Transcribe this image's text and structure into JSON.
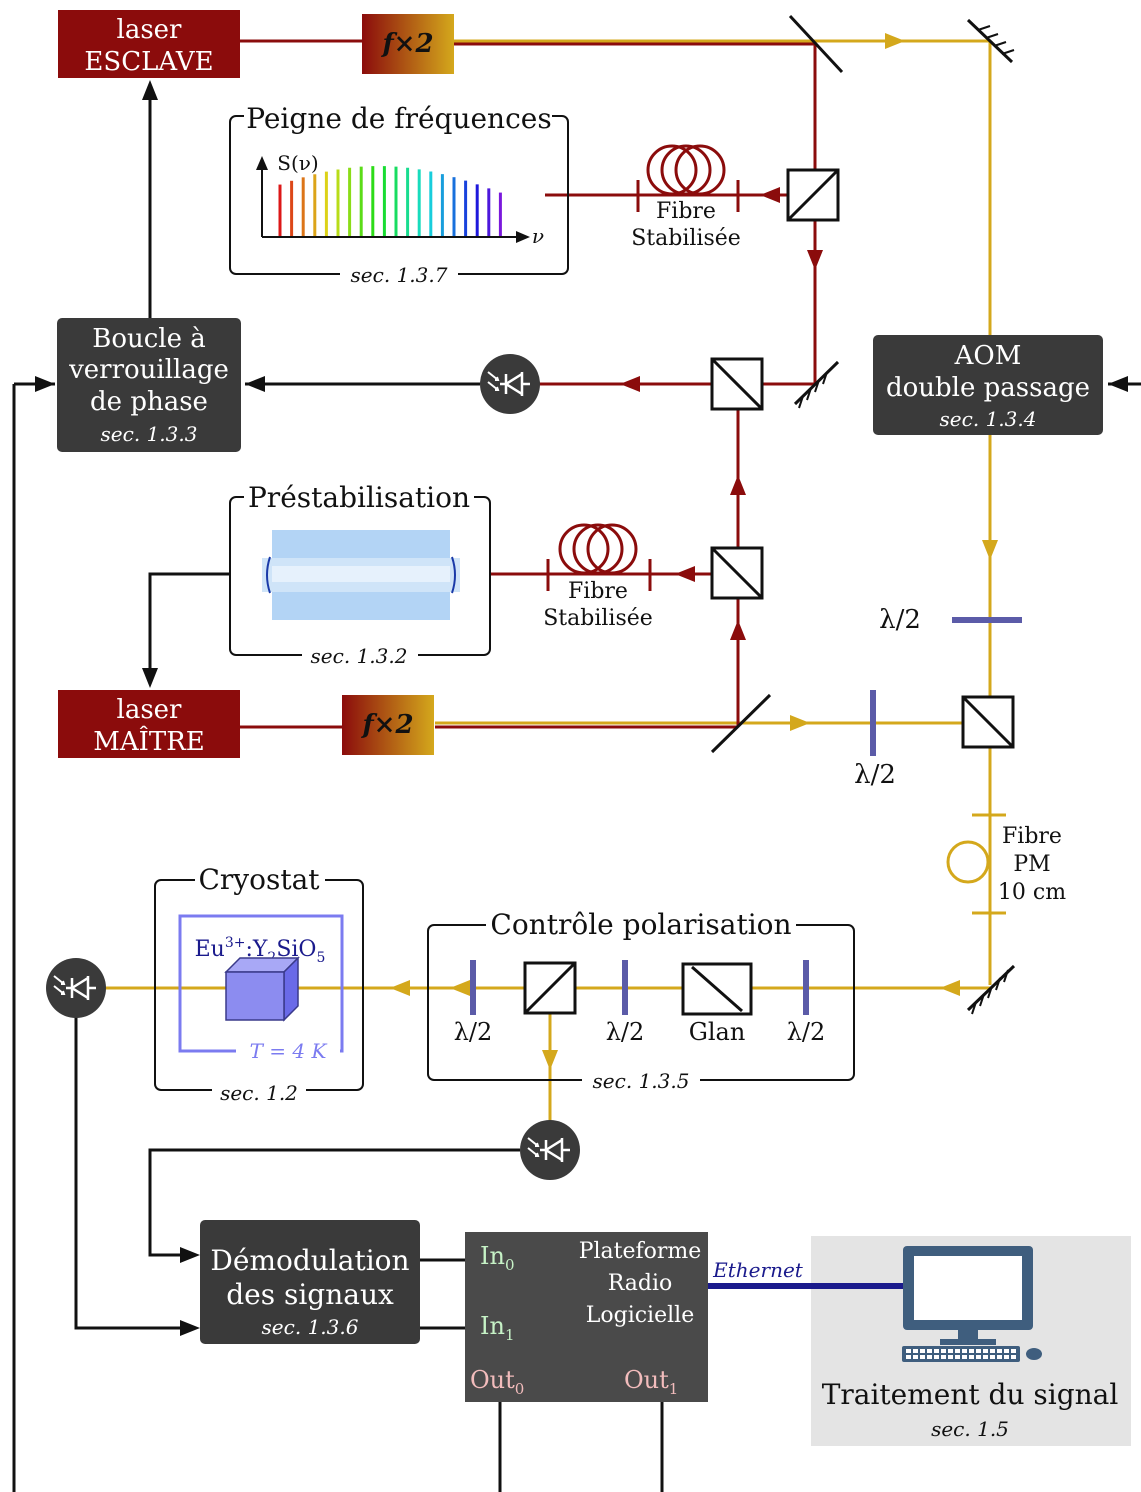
{
  "colors": {
    "red": "#8b0c0c",
    "gold": "#d4a81c",
    "black": "#111111",
    "box_dark": "#3a3a3a",
    "waveplate": "#5b5ba8",
    "cryo_blue": "#7b7bf0",
    "cavity_blue": "#b3d4f5",
    "ethernet": "#1a1a8c",
    "computer_bg": "#e4e4e4"
  },
  "slave_laser": {
    "line1": "laser",
    "line2": "ESCLAVE"
  },
  "master_laser": {
    "line1": "laser",
    "line2": "MAÎTRE"
  },
  "doubler_label": "f×2",
  "comb": {
    "title": "Peigne de fréquences",
    "ylabel": "S(ν)",
    "xlabel": "ν",
    "ref": "sec. 1.3.7"
  },
  "fiber_stab_top": {
    "line1": "Fibre",
    "line2": "Stabilisée"
  },
  "fiber_stab_mid": {
    "line1": "Fibre",
    "line2": "Stabilisée"
  },
  "pll": {
    "line1": "Boucle à",
    "line2": "verrouillage",
    "line3": "de phase",
    "ref": "sec. 1.3.3"
  },
  "aom": {
    "line1": "AOM",
    "line2": "double passage",
    "ref": "sec. 1.3.4"
  },
  "prestab": {
    "title": "Préstabilisation",
    "ref": "sec. 1.3.2"
  },
  "lambda_half": "λ/2",
  "fiber_pm": {
    "line1": "Fibre",
    "line2": "PM",
    "line3": "10 cm"
  },
  "cryostat": {
    "title": "Cryostat",
    "crystal_main": "Eu",
    "crystal_sup": "3+",
    "crystal_mid": ":Y",
    "crystal_sub2": "2",
    "crystal_si": "SiO",
    "crystal_sub5": "5",
    "temperature": "T = 4 K",
    "ref": "sec. 1.2"
  },
  "polarisation": {
    "title": "Contrôle polarisation",
    "glan": "Glan",
    "ref": "sec. 1.3.5"
  },
  "demod": {
    "line1": "Démodulation",
    "line2": "des signaux",
    "ref": "sec. 1.3.6"
  },
  "sdr": {
    "in0": "In",
    "in1": "In",
    "out0": "Out",
    "out1": "Out",
    "sub0": "0",
    "sub1": "1",
    "line1": "Plateforme",
    "line2": "Radio",
    "line3": "Logicielle"
  },
  "ethernet": "Ethernet",
  "computer": {
    "title": "Traitement du signal",
    "ref": "sec. 1.5"
  }
}
